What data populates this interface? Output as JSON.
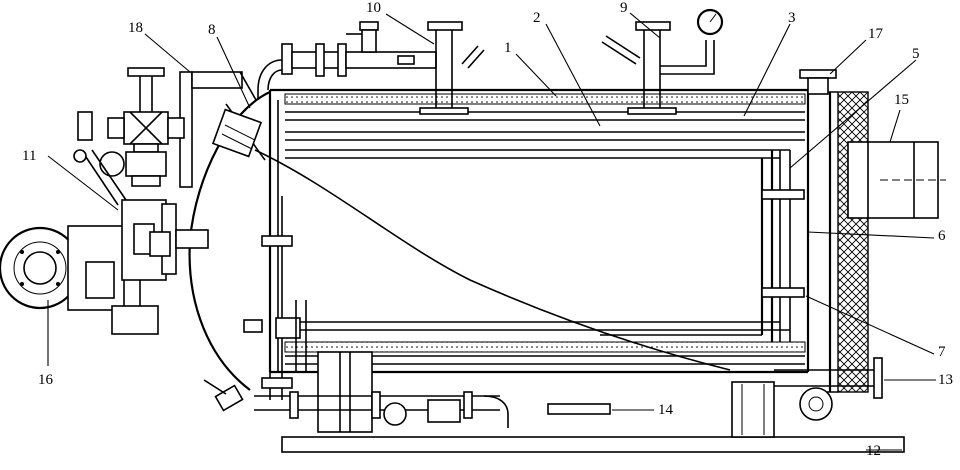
{
  "labels": {
    "l1": "1",
    "l2": "2",
    "l3": "3",
    "l5": "5",
    "l6": "6",
    "l7": "7",
    "l8": "8",
    "l9": "9",
    "l10": "10",
    "l11": "11",
    "l12": "12",
    "l13": "13",
    "l14": "14",
    "l15": "15",
    "l16": "16",
    "l17": "17",
    "l18": "18"
  }
}
